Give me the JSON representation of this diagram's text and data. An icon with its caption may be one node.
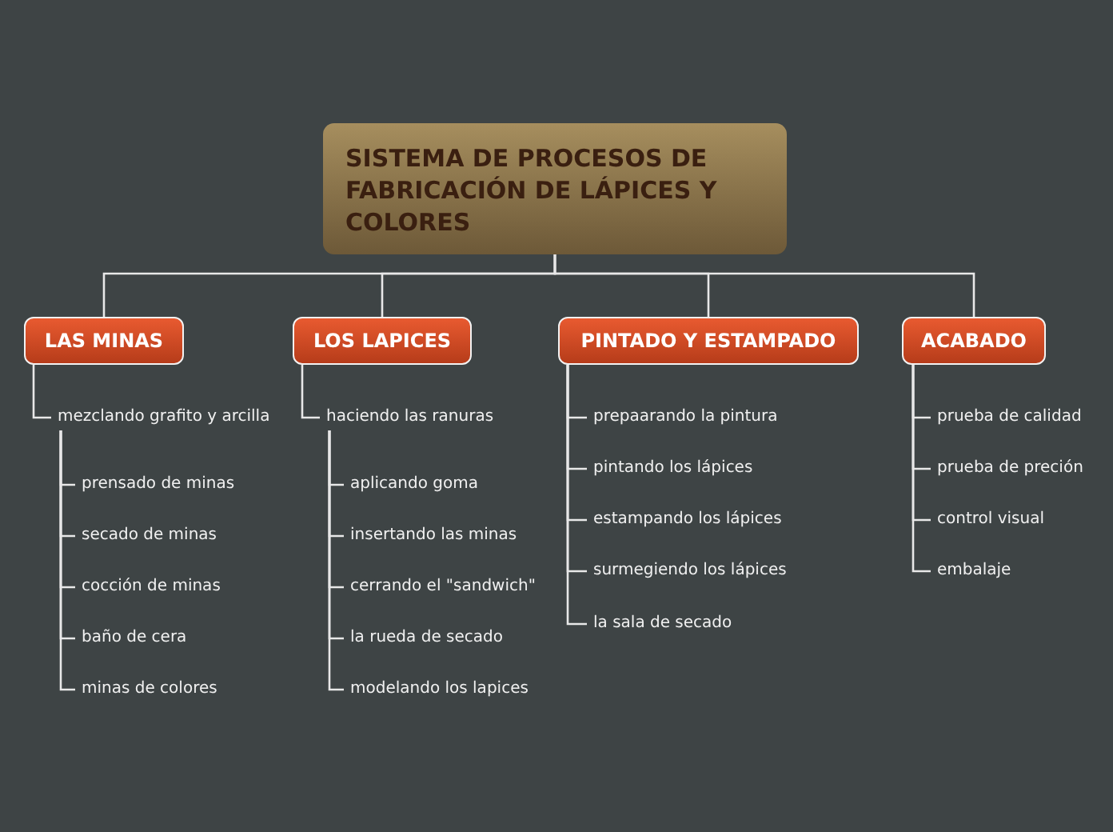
{
  "diagram": {
    "nodes": [
      {
        "text": [
          "SISTEMA DE PROCESOS DE FABRICACIÓN DE LÁPICES Y COLORES"
        ]
      },
      {
        "text": [
          "LAS MINAS"
        ]
      },
      {
        "text": [
          "mezclando grafito y arcilla"
        ]
      },
      {
        "text": [
          "prensado de minas"
        ]
      },
      {
        "text": [
          "secado de minas"
        ]
      },
      {
        "text": [
          "cocción de minas"
        ]
      },
      {
        "text": [
          "baño de cera"
        ]
      },
      {
        "text": [
          "minas de colores"
        ]
      },
      {
        "text": [
          "LOS LAPICES"
        ]
      },
      {
        "text": [
          "haciendo las ranuras"
        ]
      },
      {
        "text": [
          "aplicando goma"
        ]
      },
      {
        "text": [
          "insertando las minas"
        ]
      },
      {
        "text": [
          "cerrando el \"sandwich\""
        ]
      },
      {
        "text": [
          "la rueda de secado"
        ]
      },
      {
        "text": [
          "modelando los lapices"
        ]
      },
      {
        "text": [
          "PINTADO Y ESTAMPADO"
        ]
      },
      {
        "text": [
          "prepaarando la pintura"
        ]
      },
      {
        "text": [
          "pintando los lápices"
        ]
      },
      {
        "text": [
          "estampando los lápices"
        ]
      },
      {
        "text": [
          "surmegiendo los lápices"
        ]
      },
      {
        "text": [
          "la sala de secado"
        ]
      },
      {
        "text": [
          "ACABADO"
        ]
      },
      {
        "text": [
          "prueba de calidad"
        ]
      },
      {
        "text": [
          "prueba de preción"
        ]
      },
      {
        "text": [
          "control visual"
        ]
      },
      {
        "text": [
          "embalaje"
        ]
      }
    ],
    "edges": [
      {
        "from": 0,
        "to": 1,
        "arrow": "none"
      },
      {
        "from": 0,
        "to": 8,
        "arrow": "none"
      },
      {
        "from": 0,
        "to": 15,
        "arrow": "none"
      },
      {
        "from": 0,
        "to": 21,
        "arrow": "none"
      },
      {
        "from": 1,
        "to": 2,
        "arrow": "none"
      },
      {
        "from": 2,
        "to": 3,
        "arrow": "none"
      },
      {
        "from": 2,
        "to": 4,
        "arrow": "none"
      },
      {
        "from": 2,
        "to": 5,
        "arrow": "none"
      },
      {
        "from": 2,
        "to": 6,
        "arrow": "none"
      },
      {
        "from": 2,
        "to": 7,
        "arrow": "none"
      },
      {
        "from": 8,
        "to": 9,
        "arrow": "none"
      },
      {
        "from": 9,
        "to": 10,
        "arrow": "none"
      },
      {
        "from": 9,
        "to": 11,
        "arrow": "none"
      },
      {
        "from": 9,
        "to": 12,
        "arrow": "none"
      },
      {
        "from": 9,
        "to": 13,
        "arrow": "none"
      },
      {
        "from": 9,
        "to": 14,
        "arrow": "none"
      },
      {
        "from": 15,
        "to": 16,
        "arrow": "none"
      },
      {
        "from": 15,
        "to": 17,
        "arrow": "none"
      },
      {
        "from": 15,
        "to": 18,
        "arrow": "none"
      },
      {
        "from": 15,
        "to": 19,
        "arrow": "none"
      },
      {
        "from": 15,
        "to": 20,
        "arrow": "none"
      },
      {
        "from": 21,
        "to": 22,
        "arrow": "none"
      },
      {
        "from": 21,
        "to": 23,
        "arrow": "none"
      },
      {
        "from": 21,
        "to": 24,
        "arrow": "none"
      },
      {
        "from": 21,
        "to": 25,
        "arrow": "none"
      }
    ]
  }
}
